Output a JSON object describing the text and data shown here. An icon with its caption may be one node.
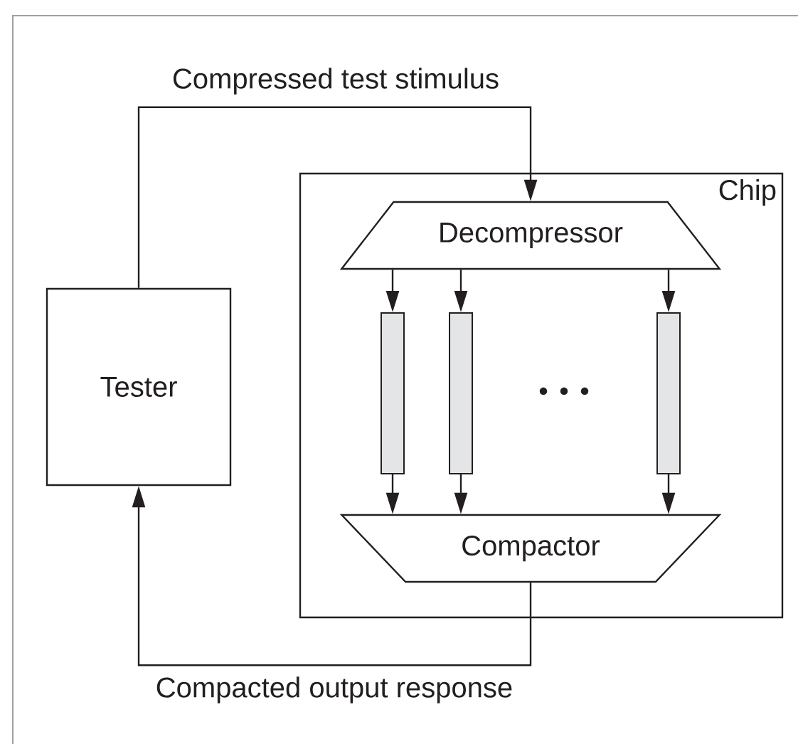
{
  "diagram": {
    "nodes": [
      {
        "text": [
          "Tester"
        ]
      },
      {
        "text": [
          "Chip"
        ]
      },
      {
        "text": [
          "Decompressor"
        ],
        "in": 1
      },
      {
        "text": [],
        "shape": "bar",
        "in": 1
      },
      {
        "text": [],
        "shape": "bar",
        "in": 1
      },
      {
        "text": [],
        "shape": "bar",
        "in": 1
      },
      {
        "text": [
          "Compactor"
        ],
        "in": 1
      }
    ],
    "edges": [
      {
        "from": 0,
        "to": 2,
        "arrow": "to",
        "label": "Compressed test stimulus"
      },
      {
        "from": 2,
        "to": 3,
        "arrow": "to"
      },
      {
        "from": 2,
        "to": 4,
        "arrow": "to"
      },
      {
        "from": 2,
        "to": 5,
        "arrow": "to"
      },
      {
        "from": 3,
        "to": 6,
        "arrow": "to"
      },
      {
        "from": 4,
        "to": 6,
        "arrow": "to"
      },
      {
        "from": 5,
        "to": 6,
        "arrow": "to"
      },
      {
        "from": 6,
        "to": 0,
        "arrow": "to",
        "label": "Compacted output response"
      }
    ]
  }
}
